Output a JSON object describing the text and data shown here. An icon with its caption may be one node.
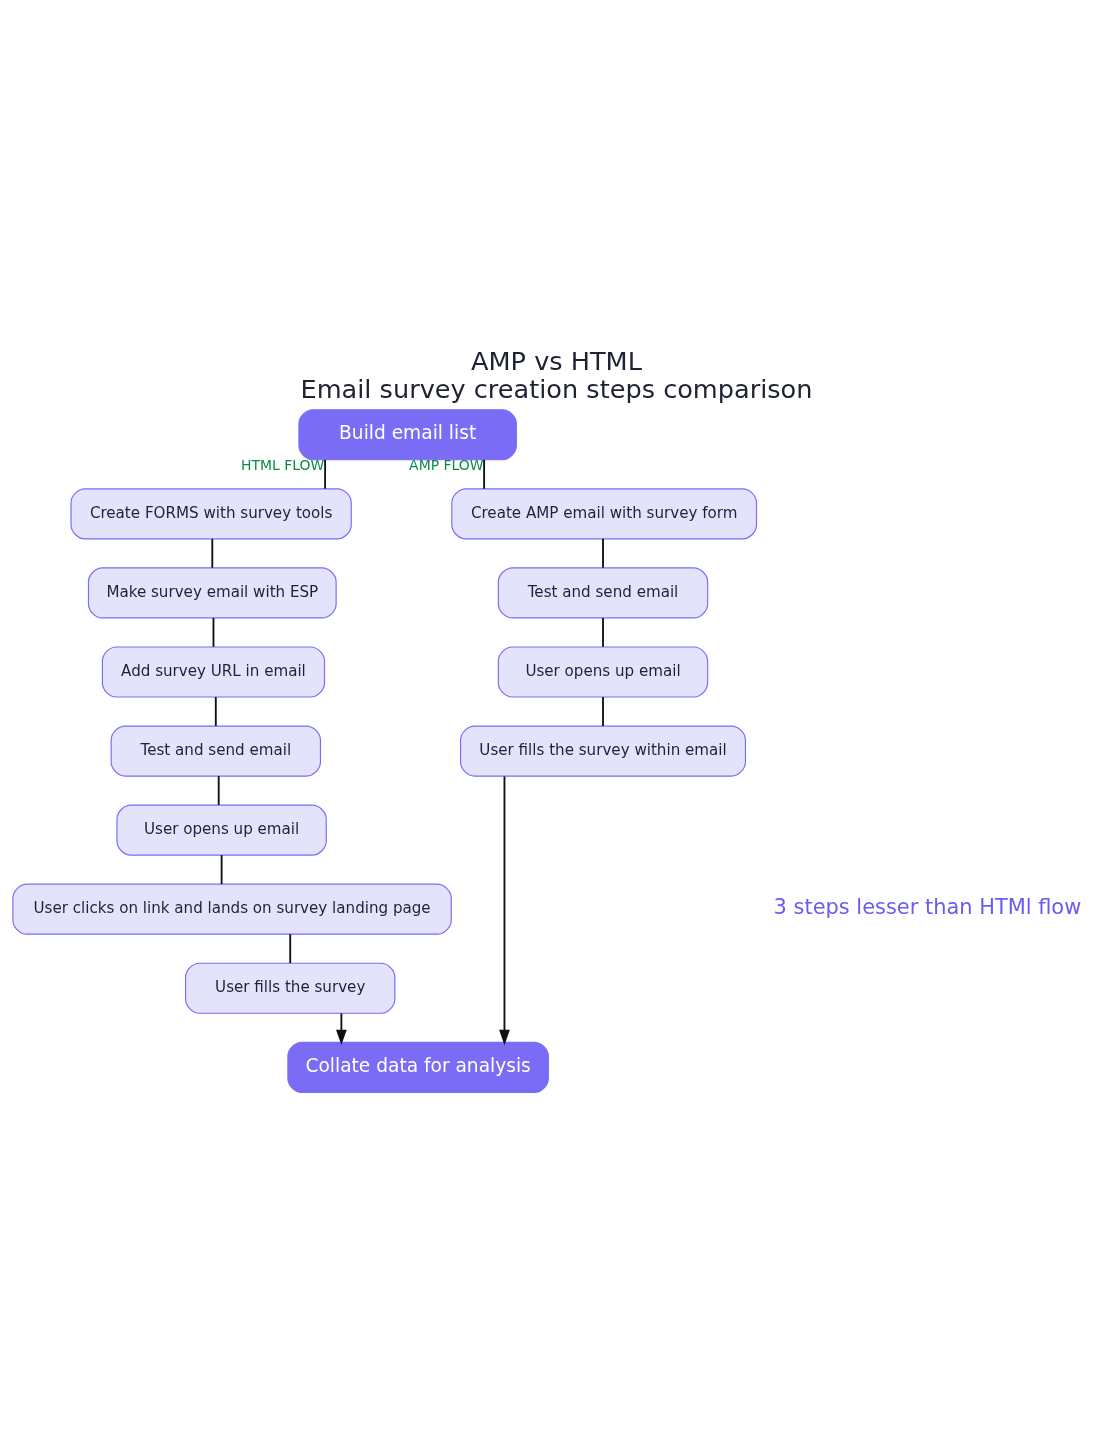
{
  "diagram": {
    "title": "AMP vs HTML",
    "caption": "Email survey creation steps comparison",
    "nodes": [
      {
        "text": [
          "Build email list"
        ]
      },
      {
        "text": [
          "Create FORMS with survey tools"
        ]
      },
      {
        "text": [
          "Make survey email with ESP"
        ]
      },
      {
        "text": [
          "Add survey URL in email"
        ]
      },
      {
        "text": [
          "Test and send email"
        ]
      },
      {
        "text": [
          "User opens up email"
        ]
      },
      {
        "text": [
          "User clicks on link and lands on survey landing page"
        ]
      },
      {
        "text": [
          "User fills the survey"
        ]
      },
      {
        "text": [
          "Create AMP email with survey form"
        ]
      },
      {
        "text": [
          "Test and send email"
        ]
      },
      {
        "text": [
          "User opens up email"
        ]
      },
      {
        "text": [
          "User fills the survey within email"
        ]
      },
      {
        "text": [
          "Collate data for analysis"
        ]
      }
    ],
    "edges": [
      {
        "from": 0,
        "to": 1,
        "arrow": "none",
        "label": "HTML FLOW"
      },
      {
        "from": 0,
        "to": 8,
        "arrow": "none",
        "label": "AMP FLOW"
      },
      {
        "from": 1,
        "to": 2,
        "arrow": "none"
      },
      {
        "from": 2,
        "to": 3,
        "arrow": "none"
      },
      {
        "from": 3,
        "to": 4,
        "arrow": "none"
      },
      {
        "from": 4,
        "to": 5,
        "arrow": "none"
      },
      {
        "from": 5,
        "to": 6,
        "arrow": "none"
      },
      {
        "from": 6,
        "to": 7,
        "arrow": "none"
      },
      {
        "from": 8,
        "to": 9,
        "arrow": "none"
      },
      {
        "from": 9,
        "to": 10,
        "arrow": "none"
      },
      {
        "from": 10,
        "to": 11,
        "arrow": "none"
      },
      {
        "from": 7,
        "to": 12,
        "arrow": "to"
      },
      {
        "from": 11,
        "to": 12,
        "arrow": "to"
      }
    ],
    "labels": [
      "3 steps lesser than HTMl flow"
    ]
  }
}
